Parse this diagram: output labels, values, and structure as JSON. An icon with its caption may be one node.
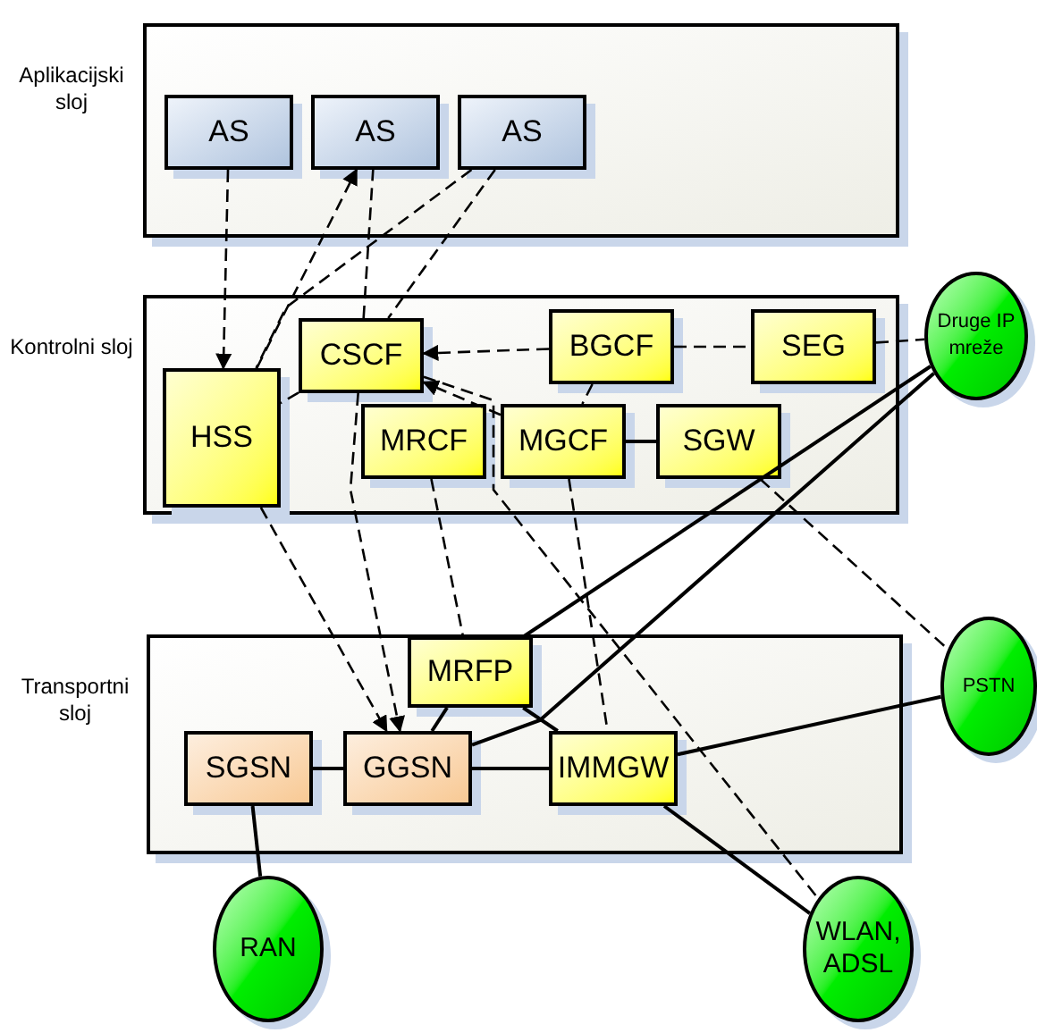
{
  "diagram": {
    "nodes": [
      {
        "text": [
          "Aplikacijski sloj"
        ]
      },
      {
        "text": [
          "AS"
        ],
        "in": 0
      },
      {
        "text": [
          "AS"
        ],
        "in": 0
      },
      {
        "text": [
          "AS"
        ],
        "in": 0
      },
      {
        "text": [
          "Kontrolni sloj"
        ]
      },
      {
        "text": [
          "CSCF"
        ],
        "in": 4
      },
      {
        "text": [
          "BGCF"
        ],
        "in": 4
      },
      {
        "text": [
          "SEG"
        ],
        "in": 4
      },
      {
        "text": [
          "HSS"
        ],
        "in": 4
      },
      {
        "text": [
          "MRCF"
        ],
        "in": 4
      },
      {
        "text": [
          "MGCF"
        ],
        "in": 4
      },
      {
        "text": [
          "SGW"
        ],
        "in": 4
      },
      {
        "text": [
          "Druge IP mreže"
        ]
      },
      {
        "text": [
          "Transportni sloj"
        ]
      },
      {
        "text": [
          "MRFP"
        ],
        "in": 13
      },
      {
        "text": [
          "SGSN"
        ],
        "in": 13
      },
      {
        "text": [
          "GGSN"
        ],
        "in": 13
      },
      {
        "text": [
          "IMMGW"
        ],
        "in": 13
      },
      {
        "text": [
          "PSTN"
        ]
      },
      {
        "text": [
          "RAN"
        ]
      },
      {
        "text": [
          "WLAN, ADSL"
        ]
      }
    ],
    "edges": [
      {
        "from": 1,
        "to": 8,
        "arrow": "to",
        "style": "dashed"
      },
      {
        "from": 8,
        "to": 2,
        "arrow": "to",
        "style": "dashed"
      },
      {
        "from": 5,
        "to": 2,
        "arrow": "none",
        "style": "dashed"
      },
      {
        "from": 3,
        "to": 8,
        "arrow": "none",
        "style": "dashed"
      },
      {
        "from": 3,
        "to": 5,
        "arrow": "none",
        "style": "dashed"
      },
      {
        "from": 6,
        "to": 5,
        "arrow": "to",
        "style": "dashed"
      },
      {
        "from": 6,
        "to": 7,
        "arrow": "none",
        "style": "dashed"
      },
      {
        "from": 7,
        "to": 12,
        "arrow": "none",
        "style": "dashed"
      },
      {
        "from": 5,
        "to": 8,
        "arrow": "none",
        "style": "dashed"
      },
      {
        "from": 10,
        "to": 5,
        "arrow": "to",
        "style": "dashed"
      },
      {
        "from": 6,
        "to": 10,
        "arrow": "none",
        "style": "dashed"
      },
      {
        "from": 10,
        "to": 11,
        "arrow": "none"
      },
      {
        "from": 11,
        "to": 18,
        "arrow": "none",
        "style": "dashed"
      },
      {
        "from": 5,
        "to": 20,
        "arrow": "none",
        "style": "dashed"
      },
      {
        "from": 8,
        "to": 16,
        "arrow": "to",
        "style": "dashed"
      },
      {
        "from": 5,
        "to": 16,
        "arrow": "to",
        "style": "dashed"
      },
      {
        "from": 9,
        "to": 14,
        "arrow": "none",
        "style": "dashed"
      },
      {
        "from": 10,
        "to": 17,
        "arrow": "none",
        "style": "dashed"
      },
      {
        "from": 12,
        "to": 14,
        "arrow": "none"
      },
      {
        "from": 12,
        "to": 16,
        "arrow": "none"
      },
      {
        "from": 14,
        "to": 17,
        "arrow": "none"
      },
      {
        "from": 14,
        "to": 16,
        "arrow": "none"
      },
      {
        "from": 15,
        "to": 16,
        "arrow": "none"
      },
      {
        "from": 16,
        "to": 17,
        "arrow": "none"
      },
      {
        "from": 17,
        "to": 18,
        "arrow": "none"
      },
      {
        "from": 17,
        "to": 20,
        "arrow": "none"
      },
      {
        "from": 15,
        "to": 19,
        "arrow": "none"
      }
    ]
  }
}
